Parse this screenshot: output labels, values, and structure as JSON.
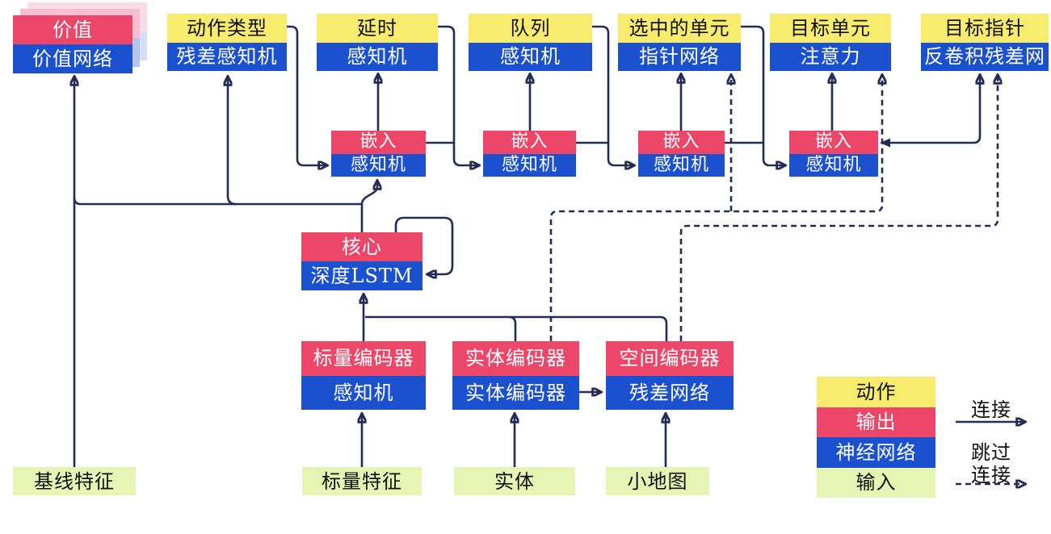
{
  "colors": {
    "action_yellow": "#f8ec6e",
    "output_pink": "#ec4769",
    "network_blue": "#1b50cf",
    "input_green": "#e6f5b4",
    "connector_navy": "#222c54"
  },
  "nodes": {
    "value": {
      "top": "价值",
      "bottom": "价值网络"
    },
    "action_type": {
      "top": "动作类型",
      "bottom": "残差感知机"
    },
    "delay": {
      "top": "延时",
      "bottom": "感知机"
    },
    "queue": {
      "top": "队列",
      "bottom": "感知机"
    },
    "selected_units": {
      "top": "选中的单元",
      "bottom": "指针网络"
    },
    "target_unit": {
      "top": "目标单元",
      "bottom": "注意力"
    },
    "target_point": {
      "top": "目标指针",
      "bottom": "反卷积残差网"
    },
    "embed_1": {
      "top": "嵌入",
      "bottom": "感知机"
    },
    "embed_2": {
      "top": "嵌入",
      "bottom": "感知机"
    },
    "embed_3": {
      "top": "嵌入",
      "bottom": "感知机"
    },
    "embed_4": {
      "top": "嵌入",
      "bottom": "感知机"
    },
    "core": {
      "top": "核心",
      "bottom": "深度LSTM"
    },
    "scalar_encoder": {
      "top": "标量编码器",
      "bottom": "感知机"
    },
    "entity_encoder": {
      "top": "实体编码器",
      "bottom": "实体编码器"
    },
    "spatial_encoder": {
      "top": "空间编码器",
      "bottom": "残差网络"
    },
    "baseline_features": {
      "label": "基线特征"
    },
    "scalar_features": {
      "label": "标量特征"
    },
    "entities": {
      "label": "实体"
    },
    "minimap": {
      "label": "小地图"
    }
  },
  "legend": {
    "action": "动作",
    "output": "输出",
    "network": "神经网络",
    "input": "输入",
    "solid_connection": "连接",
    "skip_connection_line1": "跳过",
    "skip_connection_line2": "连接"
  }
}
